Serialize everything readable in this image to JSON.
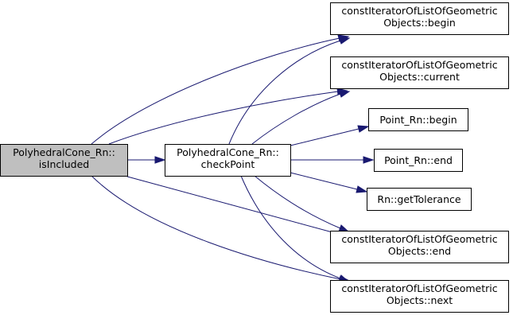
{
  "colors": {
    "edge": "#191970",
    "node_fill": "#ffffff",
    "root_fill": "#bfbfbf",
    "border": "#000000"
  },
  "nodes": {
    "root": {
      "line1": "PolyhedralCone_Rn::",
      "line2": "isIncluded"
    },
    "check_point": {
      "line1": "PolyhedralCone_Rn::",
      "line2": "checkPoint"
    },
    "begin": {
      "line1": "constIteratorOfListOfGeometric",
      "line2": "Objects::begin"
    },
    "current": {
      "line1": "constIteratorOfListOfGeometric",
      "line2": "Objects::current"
    },
    "point_begin": {
      "line1": "Point_Rn::begin"
    },
    "point_end": {
      "line1": "Point_Rn::end"
    },
    "get_tolerance": {
      "line1": "Rn::getTolerance"
    },
    "end": {
      "line1": "constIteratorOfListOfGeometric",
      "line2": "Objects::end"
    },
    "next": {
      "line1": "constIteratorOfListOfGeometric",
      "line2": "Objects::next"
    }
  }
}
